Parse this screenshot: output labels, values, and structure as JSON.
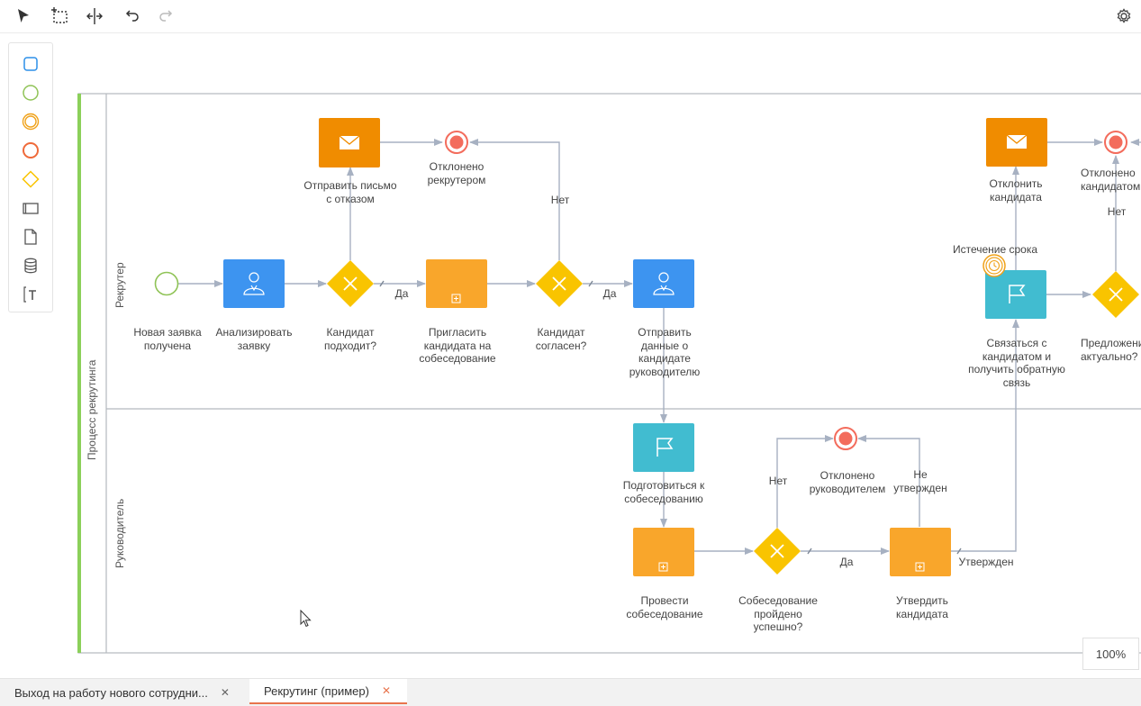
{
  "toolbar": {
    "tools": [
      "select-arrow-icon",
      "lasso-select-icon",
      "space-tool-icon",
      "undo-icon",
      "redo-icon"
    ],
    "settings_icon": "gear-icon"
  },
  "palette": {
    "items": [
      "task-shape-icon",
      "start-event-icon",
      "intermediate-event-icon",
      "end-event-icon",
      "gateway-icon",
      "subprocess-icon",
      "data-object-icon",
      "data-store-icon",
      "text-annotation-icon"
    ]
  },
  "pool": {
    "label": "Процесс рекрутинга"
  },
  "lanes": {
    "recruiter": "Рекрутер",
    "manager": "Руководитель"
  },
  "elements": {
    "start": "Новая заявка получена",
    "analyze": "Анализировать заявку",
    "gw_suitable": "Кандидат подходит?",
    "send_reject": "Отправить письмо с отказом",
    "end_rejected_recruiter": "Отклонено рекрутером",
    "invite": "Пригласить кандидата на собеседование",
    "gw_agree": "Кандидат согласен?",
    "send_manager": "Отправить данные о кандидате руководителю",
    "prepare": "Подготовиться к собеседованию",
    "interview": "Провести собеседование",
    "gw_interview": "Собеседование пройдено успешно?",
    "end_rejected_manager": "Отклонено руководителем",
    "approve": "Утвердить кандидата",
    "contact": "Связаться с кандидатом и получить обратную связь",
    "timer": "Истечение срока",
    "reject_candidate": "Отклонить кандидата",
    "end_rejected_candidate": "Отклонено кандидатом",
    "gw_offer": "Предложение актуально?"
  },
  "flows": {
    "yes": "Да",
    "no": "Нет",
    "not_approved": "Не утвержден",
    "approved": "Утвержден"
  },
  "zoom": "100%",
  "tabs": [
    {
      "label": "Выход на работу нового сотрудни...",
      "active": false
    },
    {
      "label": "Рекрутинг (пример)",
      "active": true
    }
  ],
  "colors": {
    "user_task": "#3d94f0",
    "send_task": "#f08c00",
    "subprocess": "#f9a62b",
    "flag_task": "#41bcd0",
    "gateway": "#f9c400",
    "end_event": "#f36c5c",
    "start_event": "#8fc356",
    "pool_accent": "#8bd05a",
    "tab_accent": "#e8744d"
  }
}
